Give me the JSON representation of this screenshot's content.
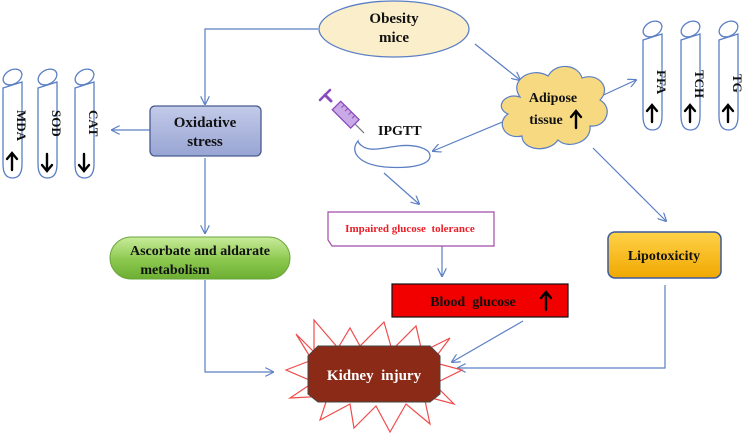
{
  "nodes": {
    "obesity_mice": {
      "line1": "Obesity",
      "line2": "mice"
    },
    "oxidative_stress": {
      "line1": "Oxidative",
      "line2": "stress"
    },
    "adipose_tissue": {
      "line1": "Adipose",
      "line2": "tissue"
    },
    "ipgtt": {
      "label": "IPGTT"
    },
    "impaired_glucose": {
      "label": "Impaired glucose  tolerance"
    },
    "ascorbate": {
      "line1": "Ascorbate and aldarate",
      "line2": "metabolism"
    },
    "lipotoxicity": {
      "label": "Lipotoxicity"
    },
    "blood_glucose": {
      "label": "Blood  glucose"
    },
    "kidney_injury": {
      "label": "Kidney  injury"
    }
  },
  "left_tubes": [
    {
      "label": "MDA",
      "direction": "up"
    },
    {
      "label": "SOD",
      "direction": "down"
    },
    {
      "label": "CAT",
      "direction": "down"
    }
  ],
  "right_tubes": [
    {
      "label": "FFA",
      "direction": "up"
    },
    {
      "label": "TCH",
      "direction": "up"
    },
    {
      "label": "TG",
      "direction": "up"
    }
  ],
  "colors": {
    "arrow": "#5b7fc4",
    "obesity_fill": "#fbeecb",
    "oxidative_fill": "#aab4dc",
    "adipose_fill": "#f7d982",
    "ascorbate_fill": "#8bc84e",
    "lipotoxicity_fill": "#f5b400",
    "blood_glucose_fill": "#f20000",
    "kidney_fill": "#8a2a17",
    "kidney_border": "#f04c4c",
    "impaired_text": "#e8202a",
    "impaired_border": "#a04ca6"
  }
}
